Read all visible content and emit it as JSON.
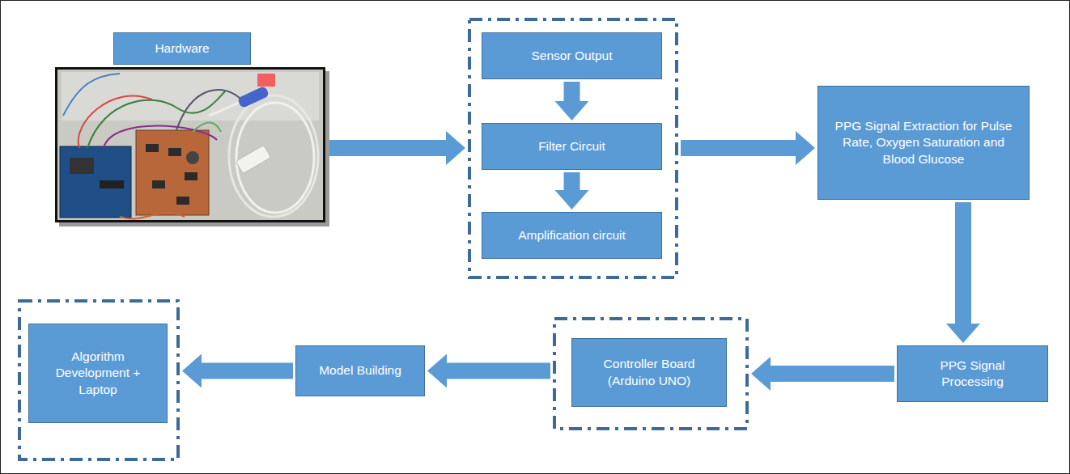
{
  "diagram": {
    "nodes": [
      {
        "text": [
          "Hardware"
        ]
      },
      {
        "text": []
      },
      {
        "text": [
          "Sensor Output"
        ],
        "in": 1
      },
      {
        "text": [
          "Filter Circuit"
        ],
        "in": 1
      },
      {
        "text": [
          "Amplification circuit"
        ],
        "in": 1
      },
      {
        "text": [
          "PPG Signal Extraction for Pulse Rate, Oxygen Saturation and Blood Glucose"
        ]
      },
      {
        "text": [
          "PPG Signal Processing"
        ]
      },
      {
        "text": []
      },
      {
        "text": [
          "Controller Board (Arduino UNO)"
        ],
        "in": 7
      },
      {
        "text": [
          "Model Building"
        ]
      },
      {
        "text": []
      },
      {
        "text": [
          "Algorithm Development + Laptop"
        ],
        "in": 10
      }
    ],
    "edges": [
      {
        "from": 0,
        "to": 1,
        "arrow": "to"
      },
      {
        "from": 2,
        "to": 3,
        "arrow": "to"
      },
      {
        "from": 3,
        "to": 4,
        "arrow": "to"
      },
      {
        "from": 1,
        "to": 5,
        "arrow": "to"
      },
      {
        "from": 5,
        "to": 6,
        "arrow": "to"
      },
      {
        "from": 6,
        "to": 7,
        "arrow": "to"
      },
      {
        "from": 7,
        "to": 9,
        "arrow": "to"
      },
      {
        "from": 9,
        "to": 10,
        "arrow": "to"
      }
    ]
  }
}
